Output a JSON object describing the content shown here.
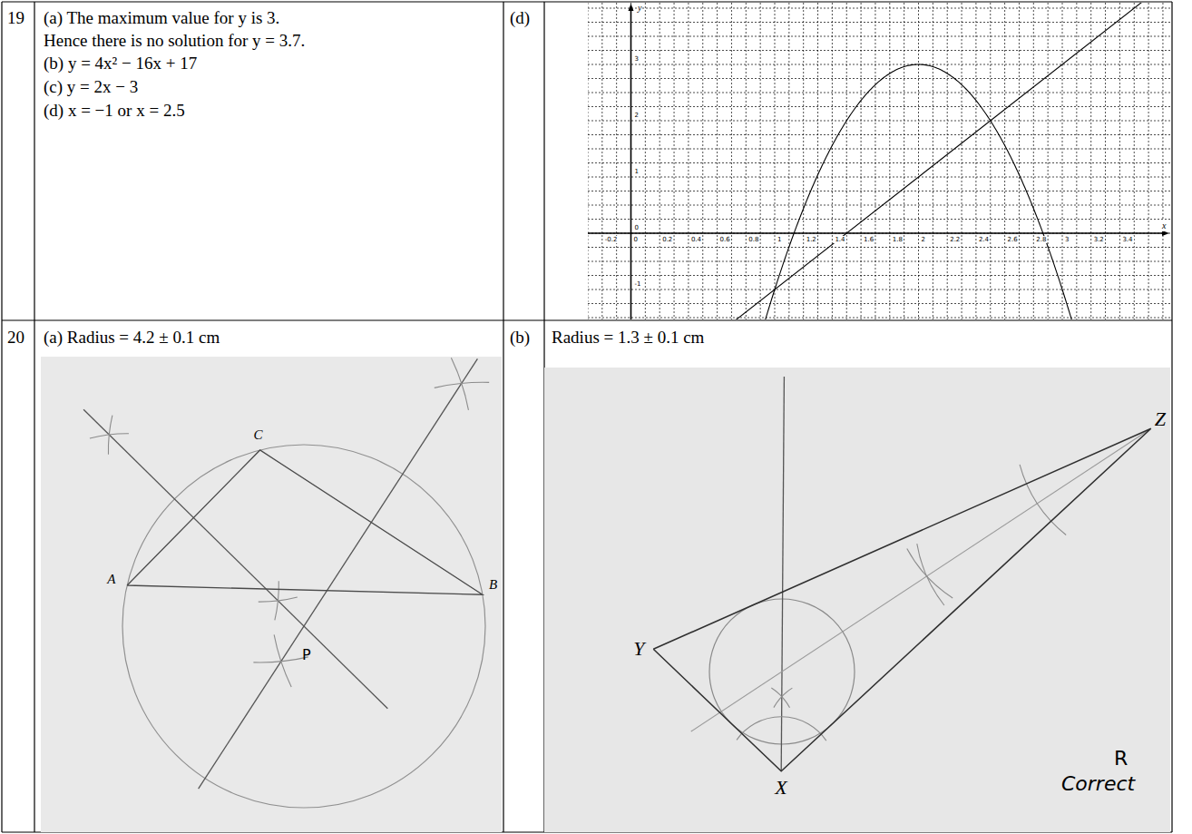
{
  "diagram": {
    "labels": [
      "19",
      "(a) The maximum value for y is 3. Hence there is no solution for y = 3.7.",
      "(b) y = 4x² − 16x + 17",
      "(c) y = 2x − 3",
      "(d) x = −1 or x = 2.5",
      "(d)",
      "y",
      "x",
      "-0.2",
      "0",
      "0.2",
      "0.4",
      "0.6",
      "0.8",
      "1",
      "1.2",
      "1.4",
      "1.6",
      "1.8",
      "2",
      "2.2",
      "2.4",
      "2.6",
      "2.8",
      "3",
      "3.2",
      "3.4",
      "3",
      "2",
      "1",
      "0",
      "-1",
      "20",
      "(a) Radius = 4.2 ± 0.1 cm",
      "C",
      "A",
      "B",
      "P",
      "(b)",
      "Radius = 1.3 ± 0.1 cm",
      "Z",
      "Y",
      "X",
      "R",
      "Correct"
    ]
  }
}
